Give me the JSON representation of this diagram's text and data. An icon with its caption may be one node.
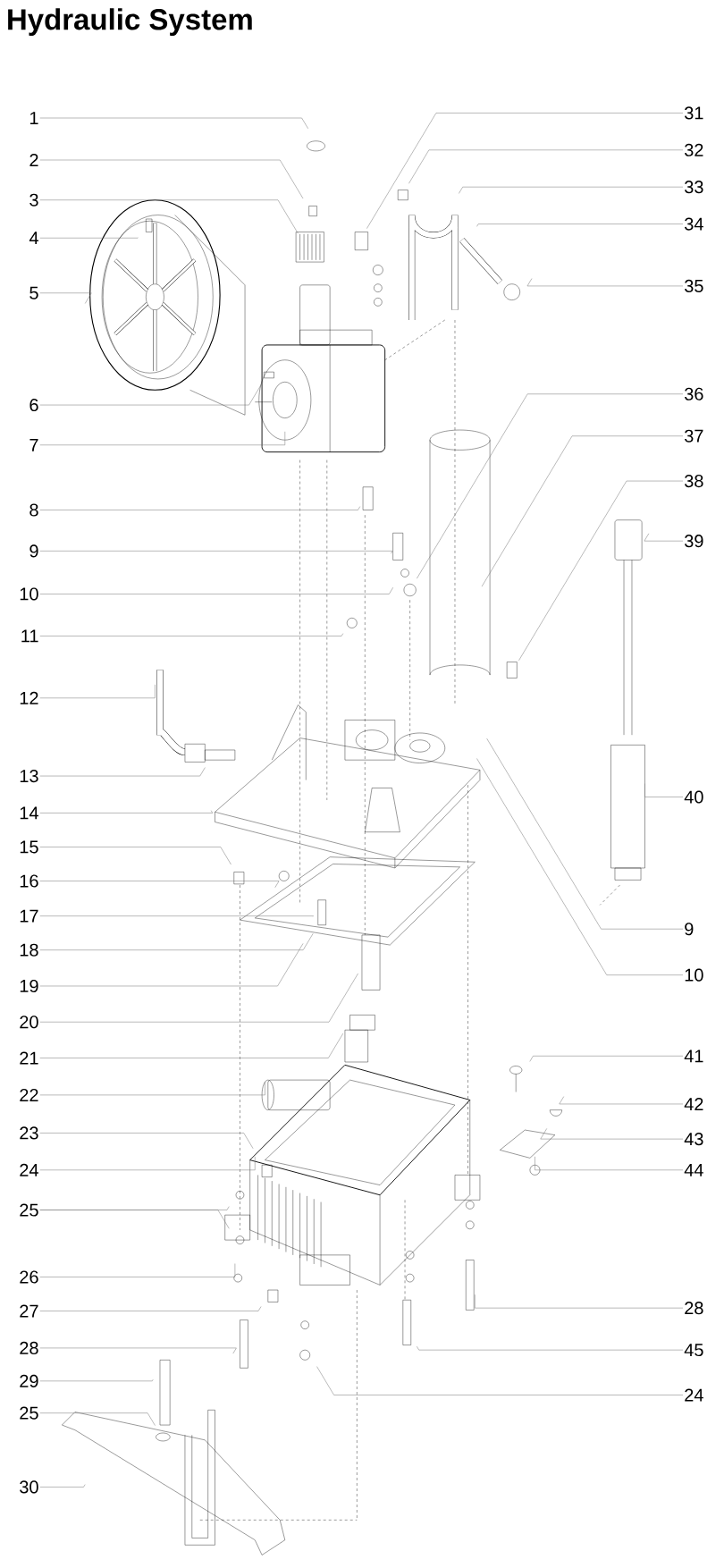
{
  "diagram": {
    "title": "Hydraulic System",
    "nodes": [
      {
        "text": [
          "1"
        ]
      },
      {
        "text": [
          "2"
        ]
      },
      {
        "text": [
          "3"
        ]
      },
      {
        "text": [
          "4"
        ]
      },
      {
        "text": [
          "5"
        ]
      },
      {
        "text": [
          "6"
        ]
      },
      {
        "text": [
          "7"
        ]
      },
      {
        "text": [
          "8"
        ]
      },
      {
        "text": [
          "9"
        ]
      },
      {
        "text": [
          "10"
        ]
      },
      {
        "text": [
          "11"
        ]
      },
      {
        "text": [
          "12"
        ]
      },
      {
        "text": [
          "13"
        ]
      },
      {
        "text": [
          "14"
        ]
      },
      {
        "text": [
          "15"
        ]
      },
      {
        "text": [
          "16"
        ]
      },
      {
        "text": [
          "17"
        ]
      },
      {
        "text": [
          "18"
        ]
      },
      {
        "text": [
          "19"
        ]
      },
      {
        "text": [
          "20"
        ]
      },
      {
        "text": [
          "21"
        ]
      },
      {
        "text": [
          "22"
        ]
      },
      {
        "text": [
          "23"
        ]
      },
      {
        "text": [
          "24"
        ]
      },
      {
        "text": [
          "25"
        ]
      },
      {
        "text": [
          "26"
        ]
      },
      {
        "text": [
          "27"
        ]
      },
      {
        "text": [
          "28"
        ]
      },
      {
        "text": [
          "29"
        ]
      },
      {
        "text": [
          "25"
        ]
      },
      {
        "text": [
          "30"
        ]
      },
      {
        "text": [
          "31"
        ]
      },
      {
        "text": [
          "32"
        ]
      },
      {
        "text": [
          "33"
        ]
      },
      {
        "text": [
          "34"
        ]
      },
      {
        "text": [
          "35"
        ]
      },
      {
        "text": [
          "36"
        ]
      },
      {
        "text": [
          "37"
        ]
      },
      {
        "text": [
          "38"
        ]
      },
      {
        "text": [
          "39"
        ]
      },
      {
        "text": [
          "40"
        ]
      },
      {
        "text": [
          "9"
        ]
      },
      {
        "text": [
          "10"
        ]
      },
      {
        "text": [
          "41"
        ]
      },
      {
        "text": [
          "42"
        ]
      },
      {
        "text": [
          "43"
        ]
      },
      {
        "text": [
          "44"
        ]
      },
      {
        "text": [
          "28"
        ]
      },
      {
        "text": [
          "45"
        ]
      },
      {
        "text": [
          "24"
        ]
      }
    ],
    "edges": [
      {
        "from": 0,
        "to": null,
        "arrow": "none"
      },
      {
        "from": 1,
        "to": null,
        "arrow": "none"
      },
      {
        "from": 2,
        "to": null,
        "arrow": "none"
      },
      {
        "from": 3,
        "to": null,
        "arrow": "none"
      },
      {
        "from": 4,
        "to": null,
        "arrow": "none"
      },
      {
        "from": 5,
        "to": null,
        "arrow": "none"
      },
      {
        "from": 6,
        "to": null,
        "arrow": "none"
      },
      {
        "from": 7,
        "to": null,
        "arrow": "none"
      },
      {
        "from": 8,
        "to": null,
        "arrow": "none"
      },
      {
        "from": 9,
        "to": null,
        "arrow": "none"
      },
      {
        "from": 10,
        "to": null,
        "arrow": "none"
      },
      {
        "from": 11,
        "to": null,
        "arrow": "none"
      },
      {
        "from": 12,
        "to": null,
        "arrow": "none"
      },
      {
        "from": 13,
        "to": null,
        "arrow": "none"
      },
      {
        "from": 14,
        "to": null,
        "arrow": "none"
      },
      {
        "from": 15,
        "to": null,
        "arrow": "none"
      },
      {
        "from": 16,
        "to": null,
        "arrow": "none"
      },
      {
        "from": 17,
        "to": null,
        "arrow": "none"
      },
      {
        "from": 18,
        "to": null,
        "arrow": "none"
      },
      {
        "from": 19,
        "to": null,
        "arrow": "none"
      },
      {
        "from": 20,
        "to": null,
        "arrow": "none"
      },
      {
        "from": 21,
        "to": null,
        "arrow": "none"
      },
      {
        "from": 22,
        "to": null,
        "arrow": "none"
      },
      {
        "from": 23,
        "to": null,
        "arrow": "none"
      },
      {
        "from": 24,
        "to": null,
        "arrow": "none"
      },
      {
        "from": 24,
        "to": null,
        "arrow": "none"
      },
      {
        "from": 25,
        "to": null,
        "arrow": "none"
      },
      {
        "from": 26,
        "to": null,
        "arrow": "none"
      },
      {
        "from": 27,
        "to": null,
        "arrow": "none"
      },
      {
        "from": 28,
        "to": null,
        "arrow": "none"
      },
      {
        "from": 29,
        "to": null,
        "arrow": "none"
      },
      {
        "from": 30,
        "to": null,
        "arrow": "none"
      },
      {
        "from": 31,
        "to": null,
        "arrow": "none"
      },
      {
        "from": 32,
        "to": null,
        "arrow": "none"
      },
      {
        "from": 33,
        "to": null,
        "arrow": "none"
      },
      {
        "from": 34,
        "to": null,
        "arrow": "none"
      },
      {
        "from": 35,
        "to": null,
        "arrow": "none"
      },
      {
        "from": 36,
        "to": null,
        "arrow": "none"
      },
      {
        "from": 37,
        "to": null,
        "arrow": "none"
      },
      {
        "from": 38,
        "to": null,
        "arrow": "none"
      },
      {
        "from": 39,
        "to": null,
        "arrow": "none"
      },
      {
        "from": 40,
        "to": null,
        "arrow": "none"
      },
      {
        "from": 41,
        "to": null,
        "arrow": "none"
      },
      {
        "from": 42,
        "to": null,
        "arrow": "none"
      },
      {
        "from": 43,
        "to": null,
        "arrow": "none"
      },
      {
        "from": 44,
        "to": null,
        "arrow": "none"
      },
      {
        "from": 45,
        "to": null,
        "arrow": "none"
      },
      {
        "from": 46,
        "to": null,
        "arrow": "none"
      },
      {
        "from": 47,
        "to": null,
        "arrow": "none"
      },
      {
        "from": 48,
        "to": null,
        "arrow": "none"
      },
      {
        "from": 49,
        "to": null,
        "arrow": "none"
      }
    ]
  }
}
